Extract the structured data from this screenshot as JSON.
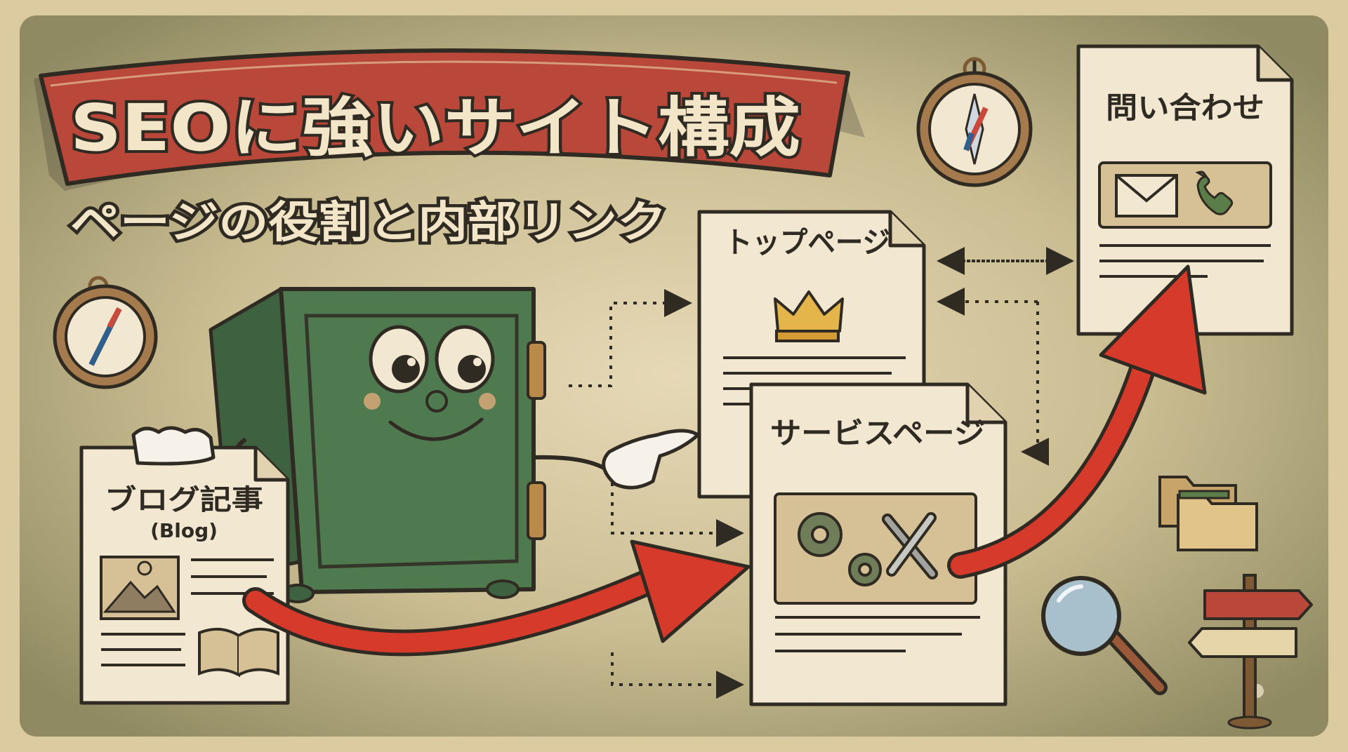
{
  "banner": {
    "title": "SEOに強いサイト構成",
    "subtitle": "ページの役割と内部リンク"
  },
  "pages": {
    "top": {
      "title": "トップページ"
    },
    "service": {
      "title": "サービスページ"
    },
    "contact": {
      "title": "問い合わせ"
    },
    "blog": {
      "title": "ブログ記事",
      "subtitle": "(Blog)"
    }
  },
  "icons": {
    "banner_ribbon": "ribbon-banner",
    "compass_top": "compass-icon",
    "compass_left": "compass-icon",
    "mascot": "safe-mascot",
    "crown": "crown-icon",
    "gears_tools": "gears-wrench-screwdriver-icon",
    "envelope": "envelope-icon",
    "phone": "phone-icon",
    "image": "image-placeholder-icon",
    "book": "open-book-icon",
    "folders": "folder-icon",
    "magnifier": "magnifier-icon",
    "signpost": "signpost-icon"
  },
  "colors": {
    "background": "#cdbb92",
    "vignette": "#8f8a62",
    "banner_red": "#b9473a",
    "banner_border": "#2f2a22",
    "title_cream": "#f3e6c8",
    "paper": "#f2e8d2",
    "paper_edge": "#e2d3b0",
    "panel_tan": "#d6c096",
    "safe_green": "#4f7a4f",
    "arrow_red": "#d63a2a",
    "ink": "#2f2a22",
    "crown_gold": "#e3b54a"
  }
}
